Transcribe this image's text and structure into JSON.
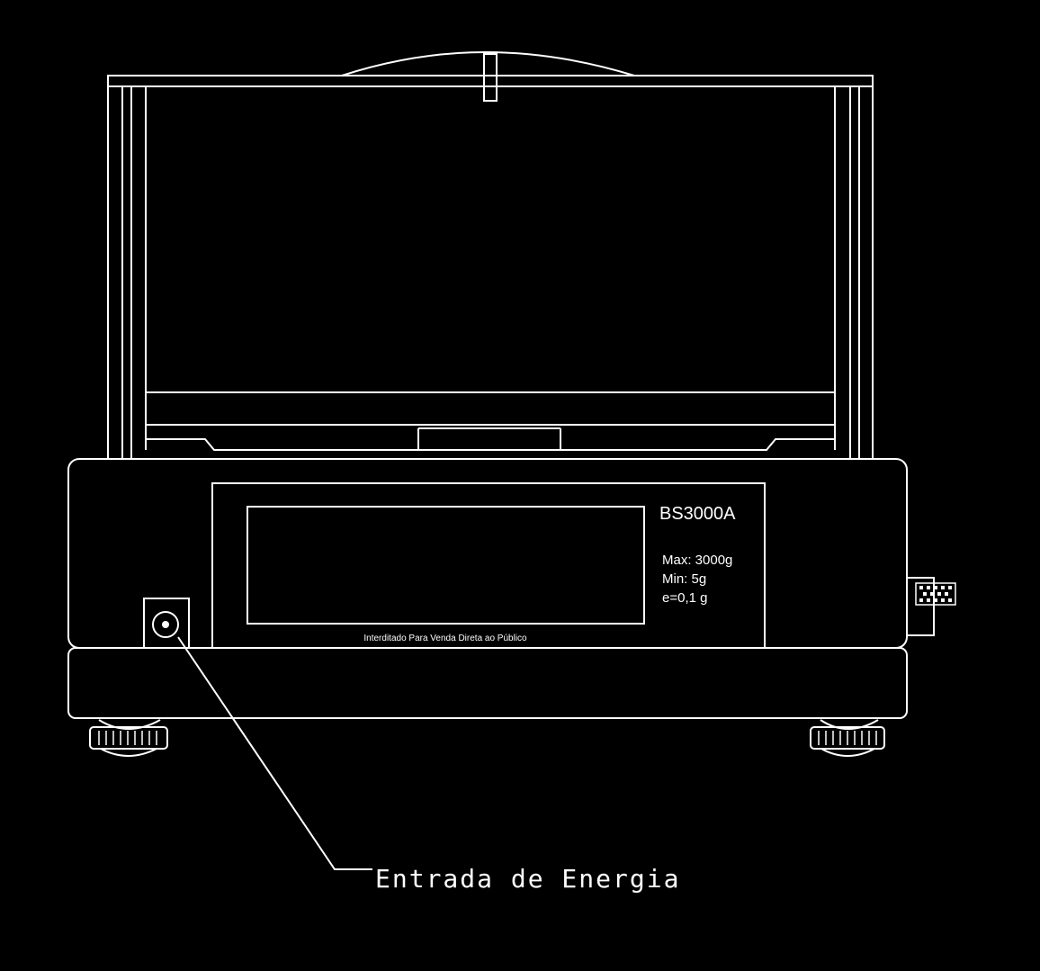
{
  "drawing": {
    "model": "BS3000A",
    "specs": [
      "Max: 3000g",
      "Min: 5g",
      "e=0,1 g"
    ],
    "notice": "Interditado Para Venda Direta ao Público",
    "callout": "Entrada de Energia"
  },
  "colors": {
    "background": "#000000",
    "line": "#ffffff"
  }
}
